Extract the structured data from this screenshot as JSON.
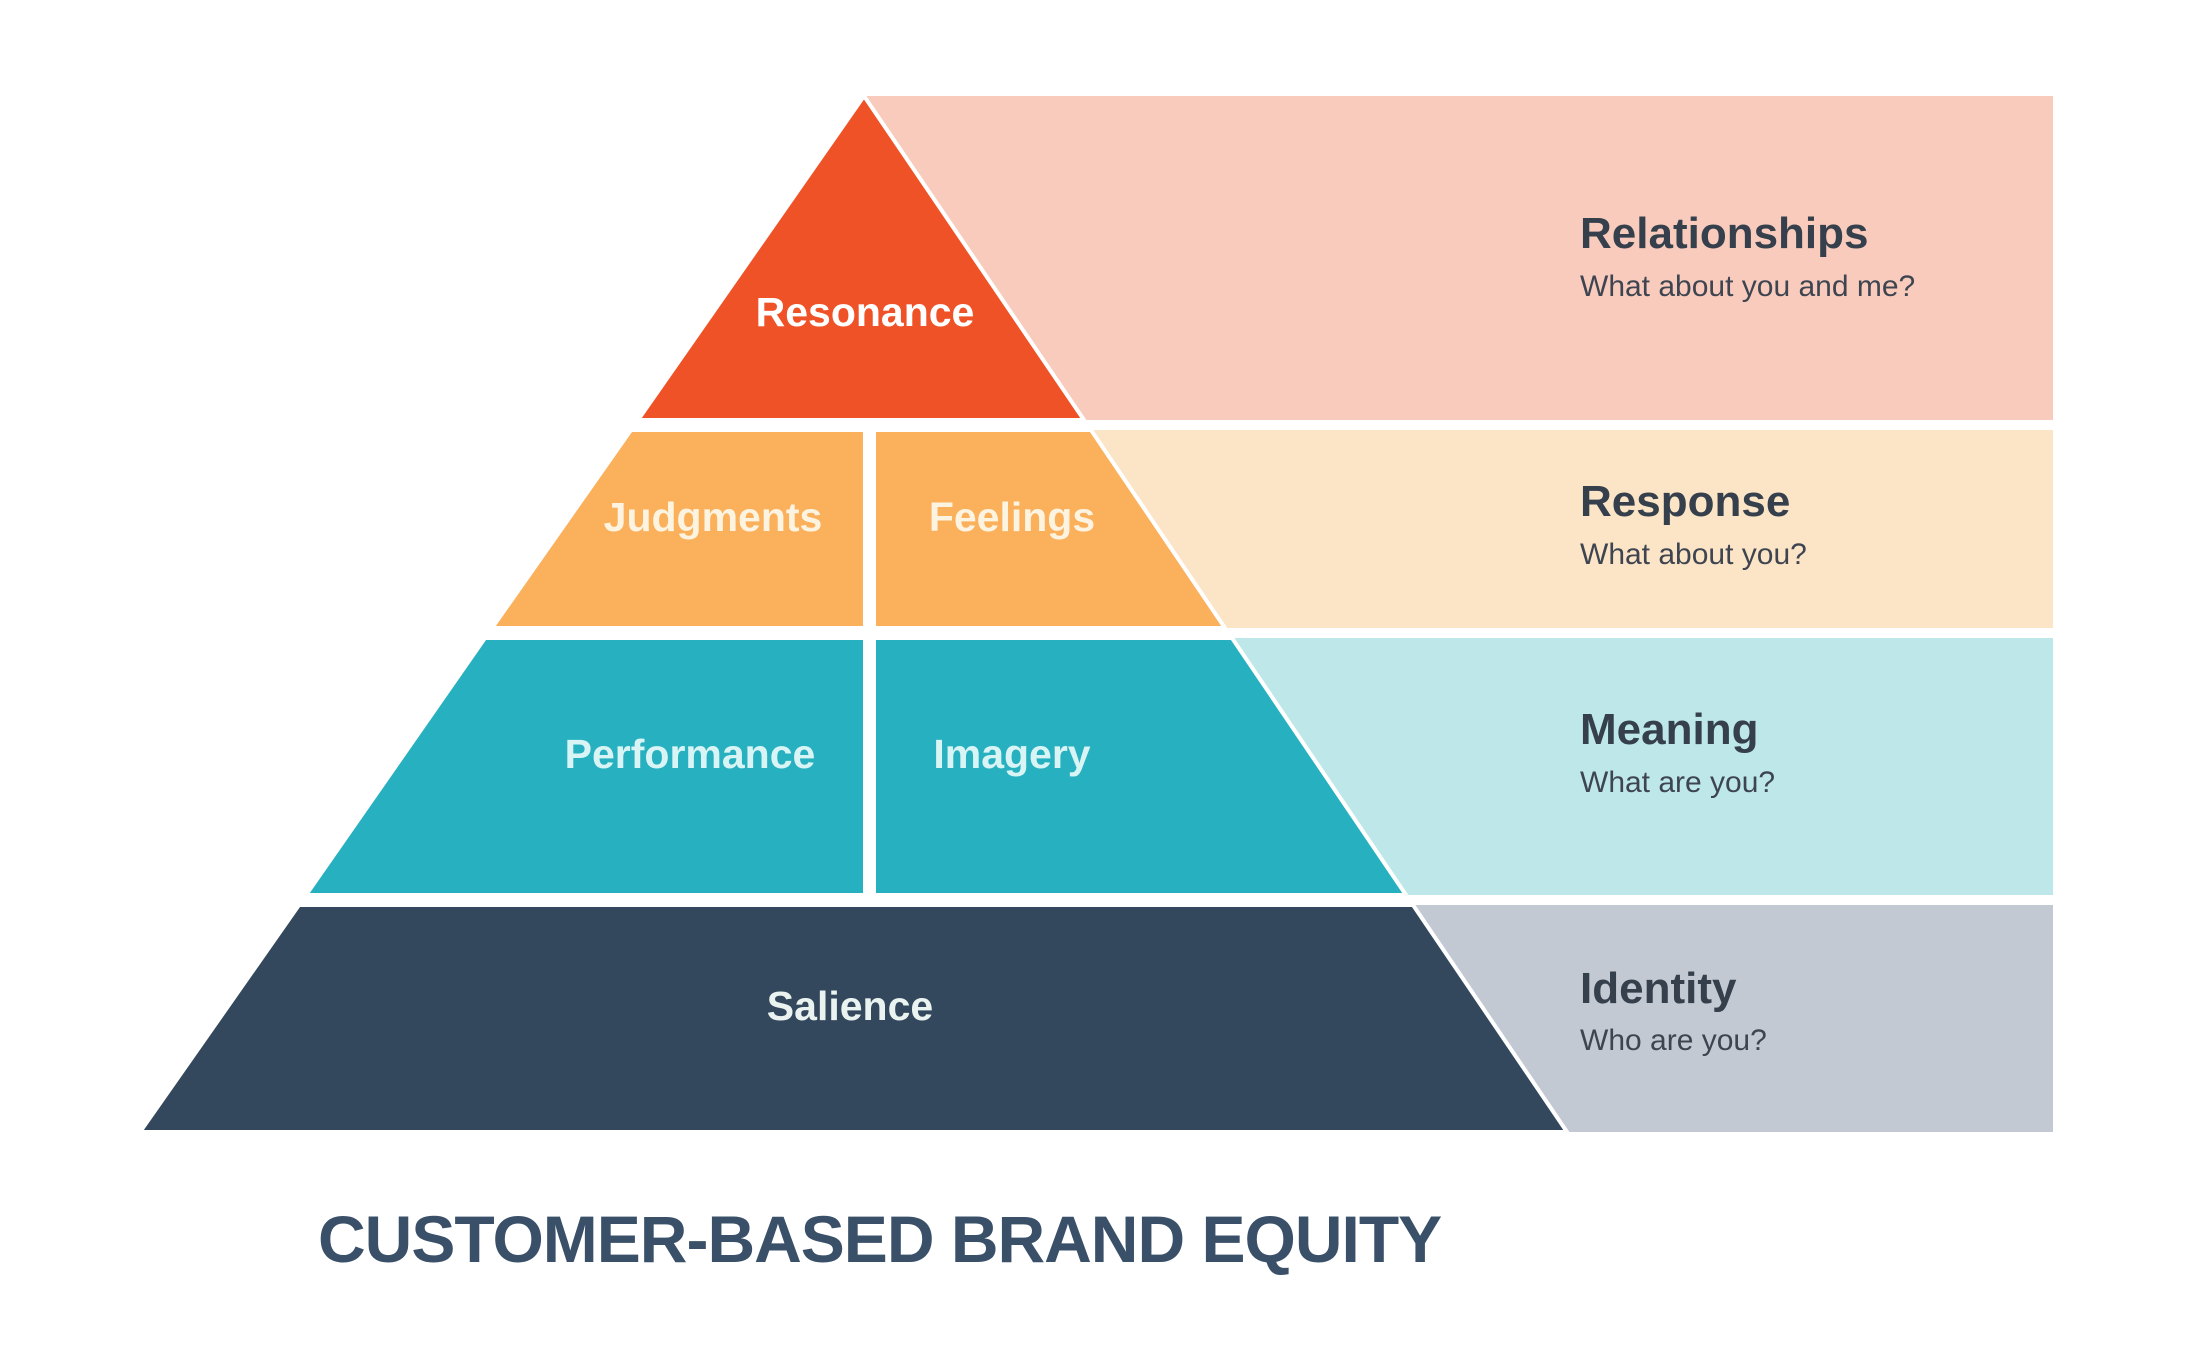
{
  "diagram_title": {
    "label": "CUSTOMER-BASED BRAND EQUITY",
    "color": "#3A5069"
  },
  "background_color": "#FFFFFF",
  "divider_color": "#FFFFFF",
  "band_heading_color": "#36404D",
  "band_question_color": "#3E4551",
  "pyramid": {
    "levels": [
      {
        "name": "resonance-level",
        "color": "#EF5227",
        "text_color": "#FFFFFF",
        "cells": [
          {
            "label": "Resonance"
          }
        ],
        "band": {
          "heading": "Relationships",
          "question": "What about you and me?",
          "color": "#F8CBBC"
        }
      },
      {
        "name": "judgments-feelings-level",
        "color": "#FBB05C",
        "text_color": "#FCF4E1",
        "cells": [
          {
            "label": "Judgments"
          },
          {
            "label": "Feelings"
          }
        ],
        "band": {
          "heading": "Response",
          "question": "What about you?",
          "color": "#FCE5C6"
        }
      },
      {
        "name": "performance-imagery-level",
        "color": "#27B0C0",
        "text_color": "#D9F4F4",
        "cells": [
          {
            "label": "Performance"
          },
          {
            "label": "Imagery"
          }
        ],
        "band": {
          "heading": "Meaning",
          "question": "What are you?",
          "color": "#BEE7EA"
        }
      },
      {
        "name": "salience-level",
        "color": "#33485C",
        "text_color": "#EAF3F0",
        "cells": [
          {
            "label": "Salience"
          }
        ],
        "band": {
          "heading": "Identity",
          "question": "Who are you?",
          "color": "#C2C9D3"
        }
      }
    ]
  }
}
